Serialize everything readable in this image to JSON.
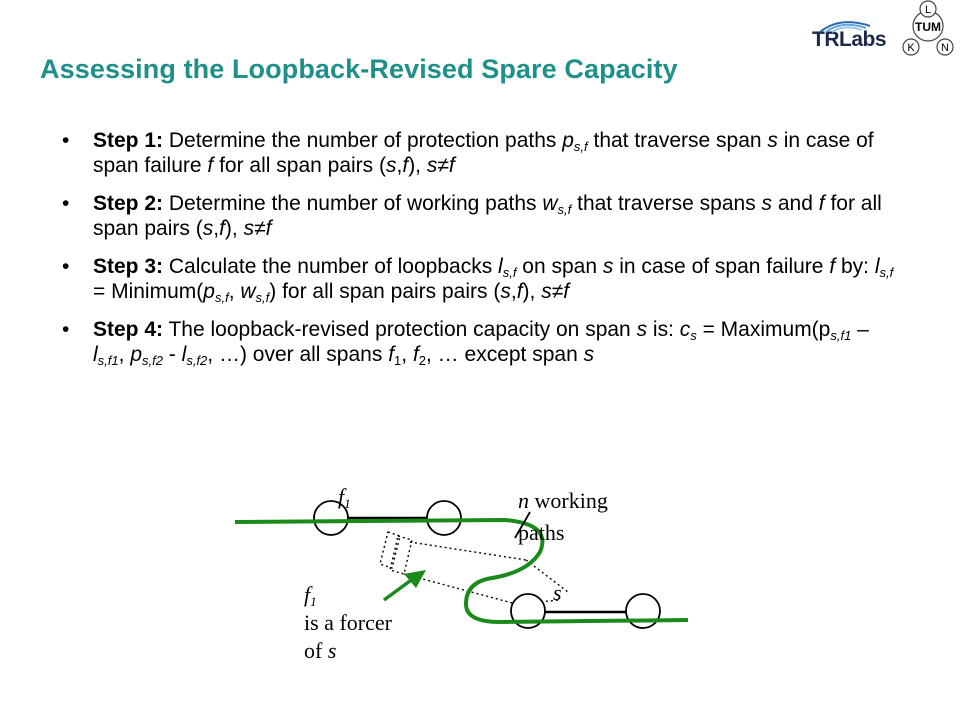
{
  "title": "Assessing the Loopback-Revised Spare Capacity",
  "logos": {
    "trlabs": "TRLabs",
    "tum": "TUM",
    "tum_letters": [
      "L",
      "K",
      "N"
    ]
  },
  "bullet": "•",
  "steps": [
    {
      "label": "Step 1:",
      "text_a": " Determine the number of protection paths ",
      "var": "p",
      "sub": "s,f",
      "text_b": " that traverse span ",
      "s1": "s",
      "text_c": " in case of span failure ",
      "f1": "f",
      "text_d": " for all span pairs (",
      "s2": "s",
      "comma": ",",
      "f2": "f",
      "text_e": "), ",
      "cond": "s≠f"
    },
    {
      "label": "Step 2:",
      "text_a": " Determine the number of working paths ",
      "var": "w",
      "sub": "s,f",
      "text_b": " that traverse spans ",
      "s1": "s",
      "text_c": " and ",
      "f1": "f",
      "text_d": " for all span pairs (",
      "s2": "s",
      "comma": ",",
      "f2": "f",
      "text_e": "), ",
      "cond": "s≠f"
    },
    {
      "label": "Step 3:",
      "text_a": " Calculate the number of loopbacks ",
      "var": "l",
      "sub": "s,f",
      "text_b": " on span ",
      "s1": "s",
      "text_c": " in case of span failure ",
      "f1": "f",
      "text_d": " by: ",
      "var2": "l",
      "sub2": "s,f",
      "text_e": " = Minimum(",
      "var3": "p",
      "sub3": "s,f",
      "text_f": ", ",
      "var4": "w",
      "sub4": "s,f",
      "text_g": ") for all span pairs pairs (",
      "s2": "s",
      "comma": ",",
      "f2": "f",
      "text_h": "), ",
      "cond": "s≠f"
    },
    {
      "label": "Step 4:",
      "text_a": " The loopback-revised protection capacity on span ",
      "s1": "s",
      "text_b": " is: ",
      "var": "c",
      "sub": "s",
      "text_c": " = Maximum(p",
      "sub_p1": "s,f1",
      "text_d": " – ",
      "var_l1": "l",
      "sub_l1": "s,f1",
      "text_e": ", ",
      "var_p2": "p",
      "sub_p2": "s,f2",
      "text_f": " - ",
      "var_l2": "l",
      "sub_l2": "s,f2",
      "text_g": ", …) over all spans ",
      "f_a": "f",
      "sub_fa": "1",
      "text_h": ", ",
      "f_b": "f",
      "sub_fb": "2",
      "text_i": ", … except span ",
      "s2": "s"
    }
  ],
  "diagram": {
    "label_f1_top": "f",
    "label_f1_top_sub": "1",
    "label_n": "n",
    "label_working": " working",
    "label_paths": "paths",
    "label_s": "s",
    "label_forcer_f": "f",
    "label_forcer_sub": "1",
    "label_forcer_line2": "is a forcer",
    "label_forcer_line3": "of ",
    "label_forcer_s": "s",
    "colors": {
      "path": "#1a8a1a",
      "arrow": "#1a8a1a"
    }
  }
}
